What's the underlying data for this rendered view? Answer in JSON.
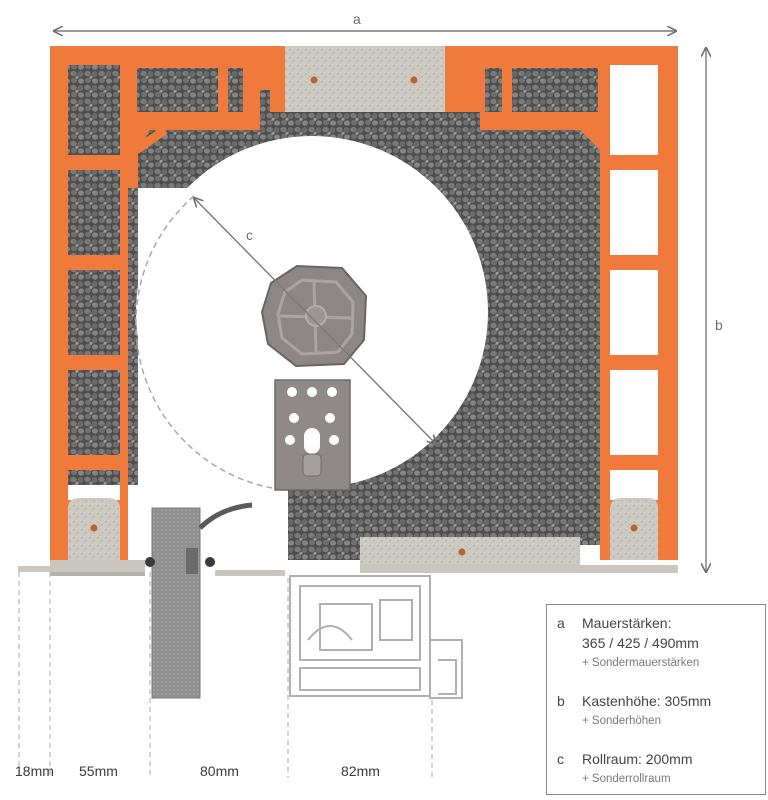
{
  "dimensions": {
    "a": "a",
    "b": "b",
    "c": "c"
  },
  "bottom_measures": [
    "18mm",
    "55mm",
    "80mm",
    "82mm"
  ],
  "legend": {
    "a": {
      "key": "a",
      "title": "Mauerstärken:",
      "line2": "365 / 425 / 490mm",
      "extra": "+ Sondermauerstärken"
    },
    "b": {
      "key": "b",
      "title": "Kastenhöhe: 305mm",
      "extra": "+ Sonderhöhen"
    },
    "c": {
      "key": "c",
      "title": "Rollraum: 200mm",
      "extra": "+ Sonderrollraum"
    }
  },
  "colors": {
    "brick": "#ef7a3c",
    "filling": "#5a5a5a",
    "concrete": "#c9c6c0",
    "axle": "#8a8584",
    "window": "#b4b4b4"
  }
}
